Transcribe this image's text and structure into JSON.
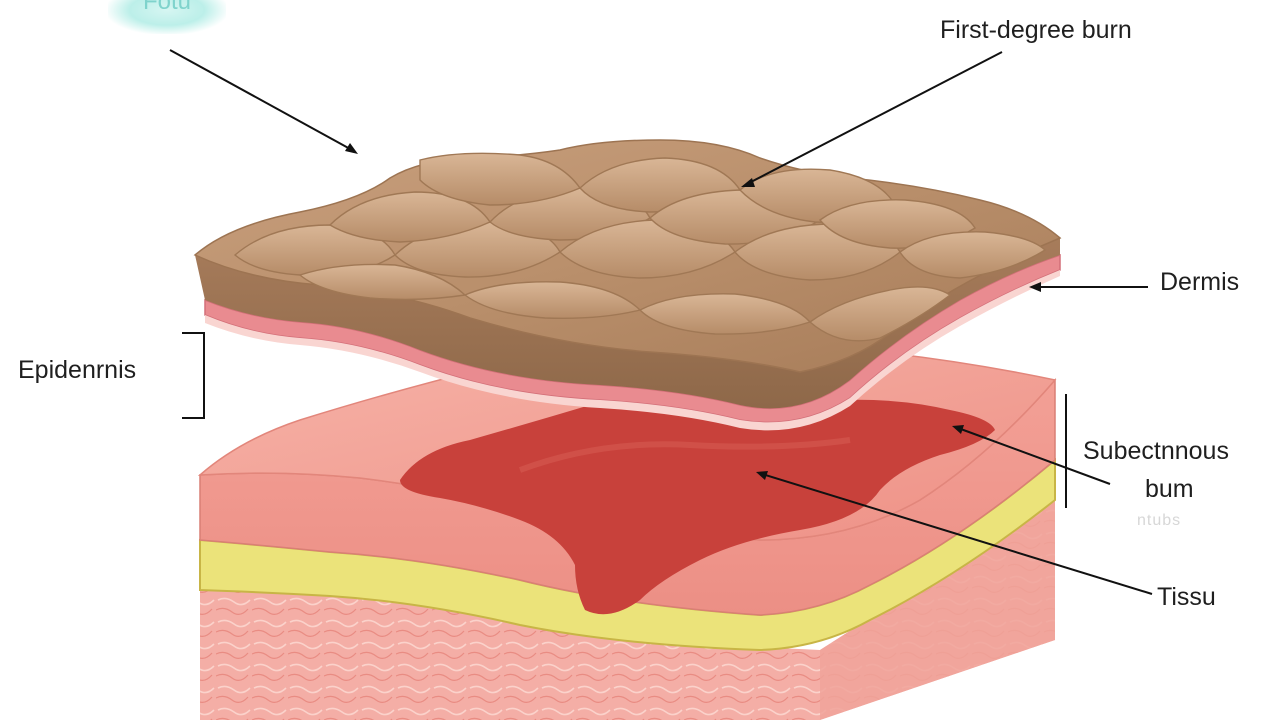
{
  "badge": {
    "text": "Fotu"
  },
  "labels": {
    "first_degree": "First-degree burn",
    "dermis": "Dermis",
    "epidermis": "Epidenrnis",
    "subcutaneous_line1": "Subectnnous",
    "subcutaneous_line2": "bum",
    "subcutaneous_faint": "ntubs",
    "tissue": "Tissu"
  },
  "colors": {
    "top_layer": "#b48a66",
    "top_layer_light": "#caa382",
    "burn_red": "#c9403a",
    "dermis_pink": "#f0958a",
    "fat_yellow": "#ece57a",
    "deep_tissue": "#f2a8a0"
  }
}
